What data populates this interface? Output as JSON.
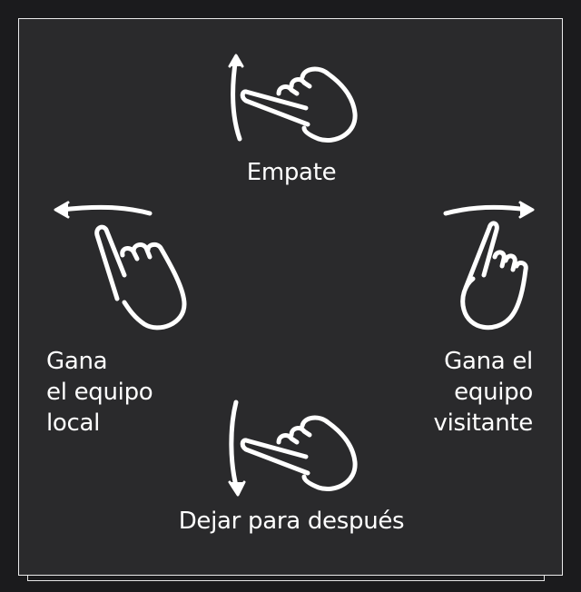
{
  "gestures": {
    "up": {
      "label": "Empate",
      "icon": "swipe-up-hand-icon"
    },
    "left": {
      "lines": [
        "Gana",
        "el equipo",
        "local"
      ],
      "icon": "swipe-left-hand-icon"
    },
    "right": {
      "lines": [
        "Gana el",
        "equipo",
        "visitante"
      ],
      "icon": "swipe-right-hand-icon"
    },
    "down": {
      "label": "Dejar para después",
      "icon": "swipe-down-hand-icon"
    }
  },
  "colors": {
    "card_background": "#2a2a2c",
    "page_background": "#1b1b1d",
    "foreground": "#ffffff"
  }
}
